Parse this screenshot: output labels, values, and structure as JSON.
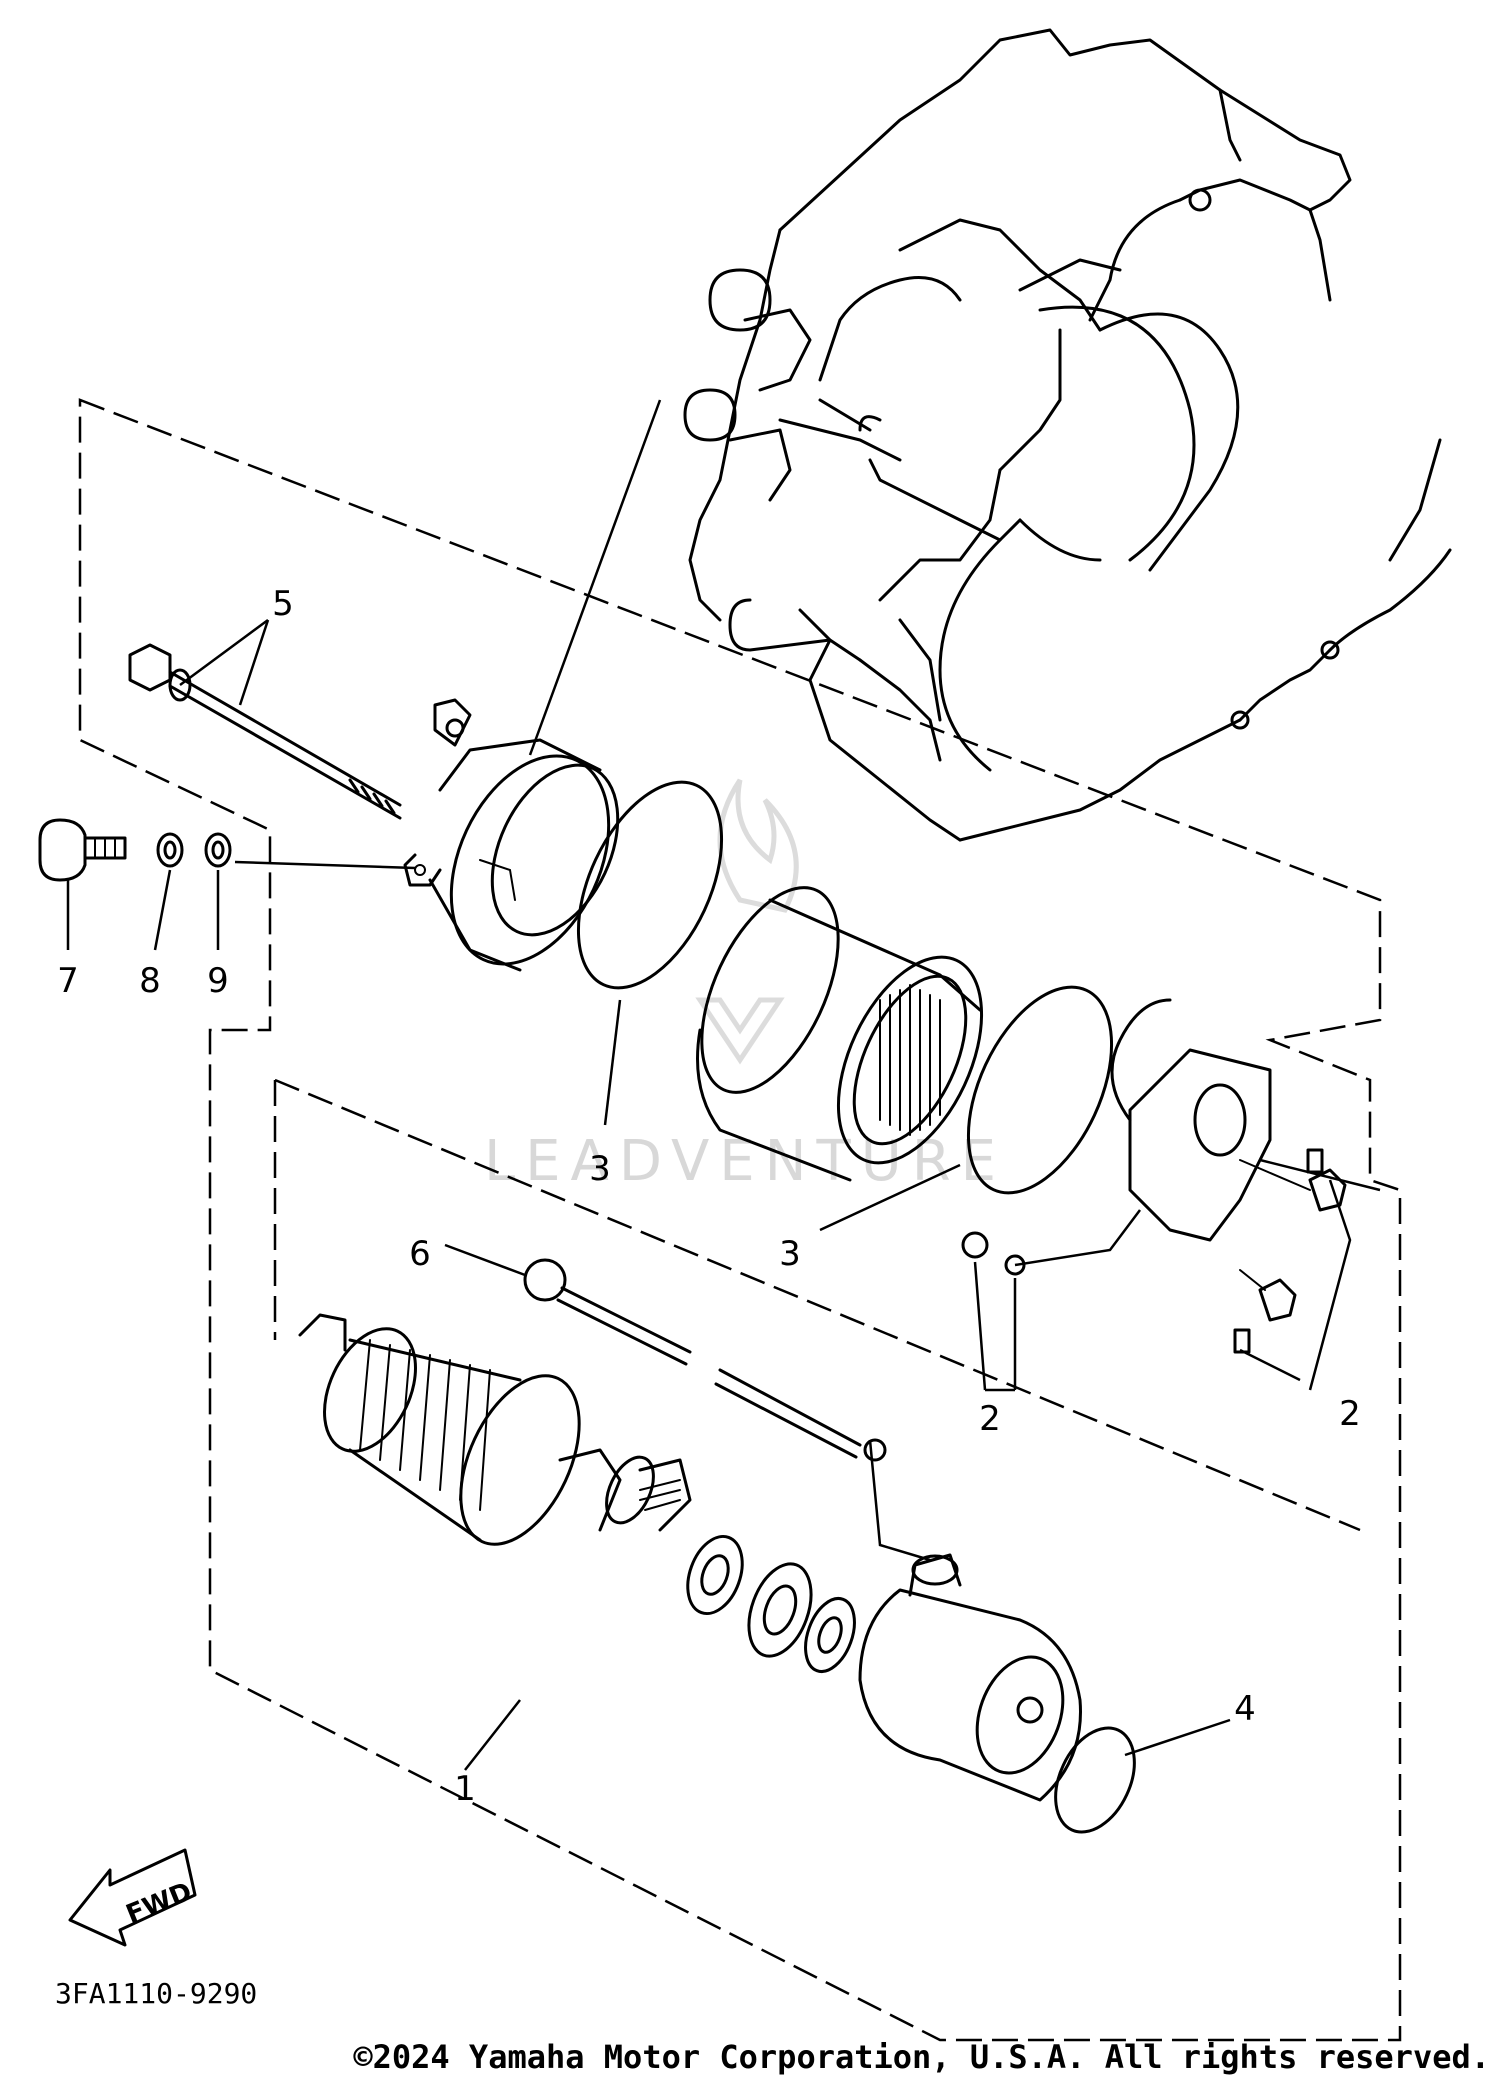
{
  "diagram": {
    "callouts": [
      {
        "id": "1",
        "label": "1"
      },
      {
        "id": "2a",
        "label": "2"
      },
      {
        "id": "2b",
        "label": "2"
      },
      {
        "id": "3a",
        "label": "3"
      },
      {
        "id": "3b",
        "label": "3"
      },
      {
        "id": "4",
        "label": "4"
      },
      {
        "id": "5",
        "label": "5"
      },
      {
        "id": "6",
        "label": "6"
      },
      {
        "id": "7",
        "label": "7"
      },
      {
        "id": "8",
        "label": "8"
      },
      {
        "id": "9",
        "label": "9"
      }
    ],
    "direction_arrow": "FWD",
    "diagram_code": "3FA1110-9290",
    "watermark": "LEADVENTURE",
    "copyright": "©2024 Yamaha Motor Corporation, U.S.A. All rights reserved."
  }
}
